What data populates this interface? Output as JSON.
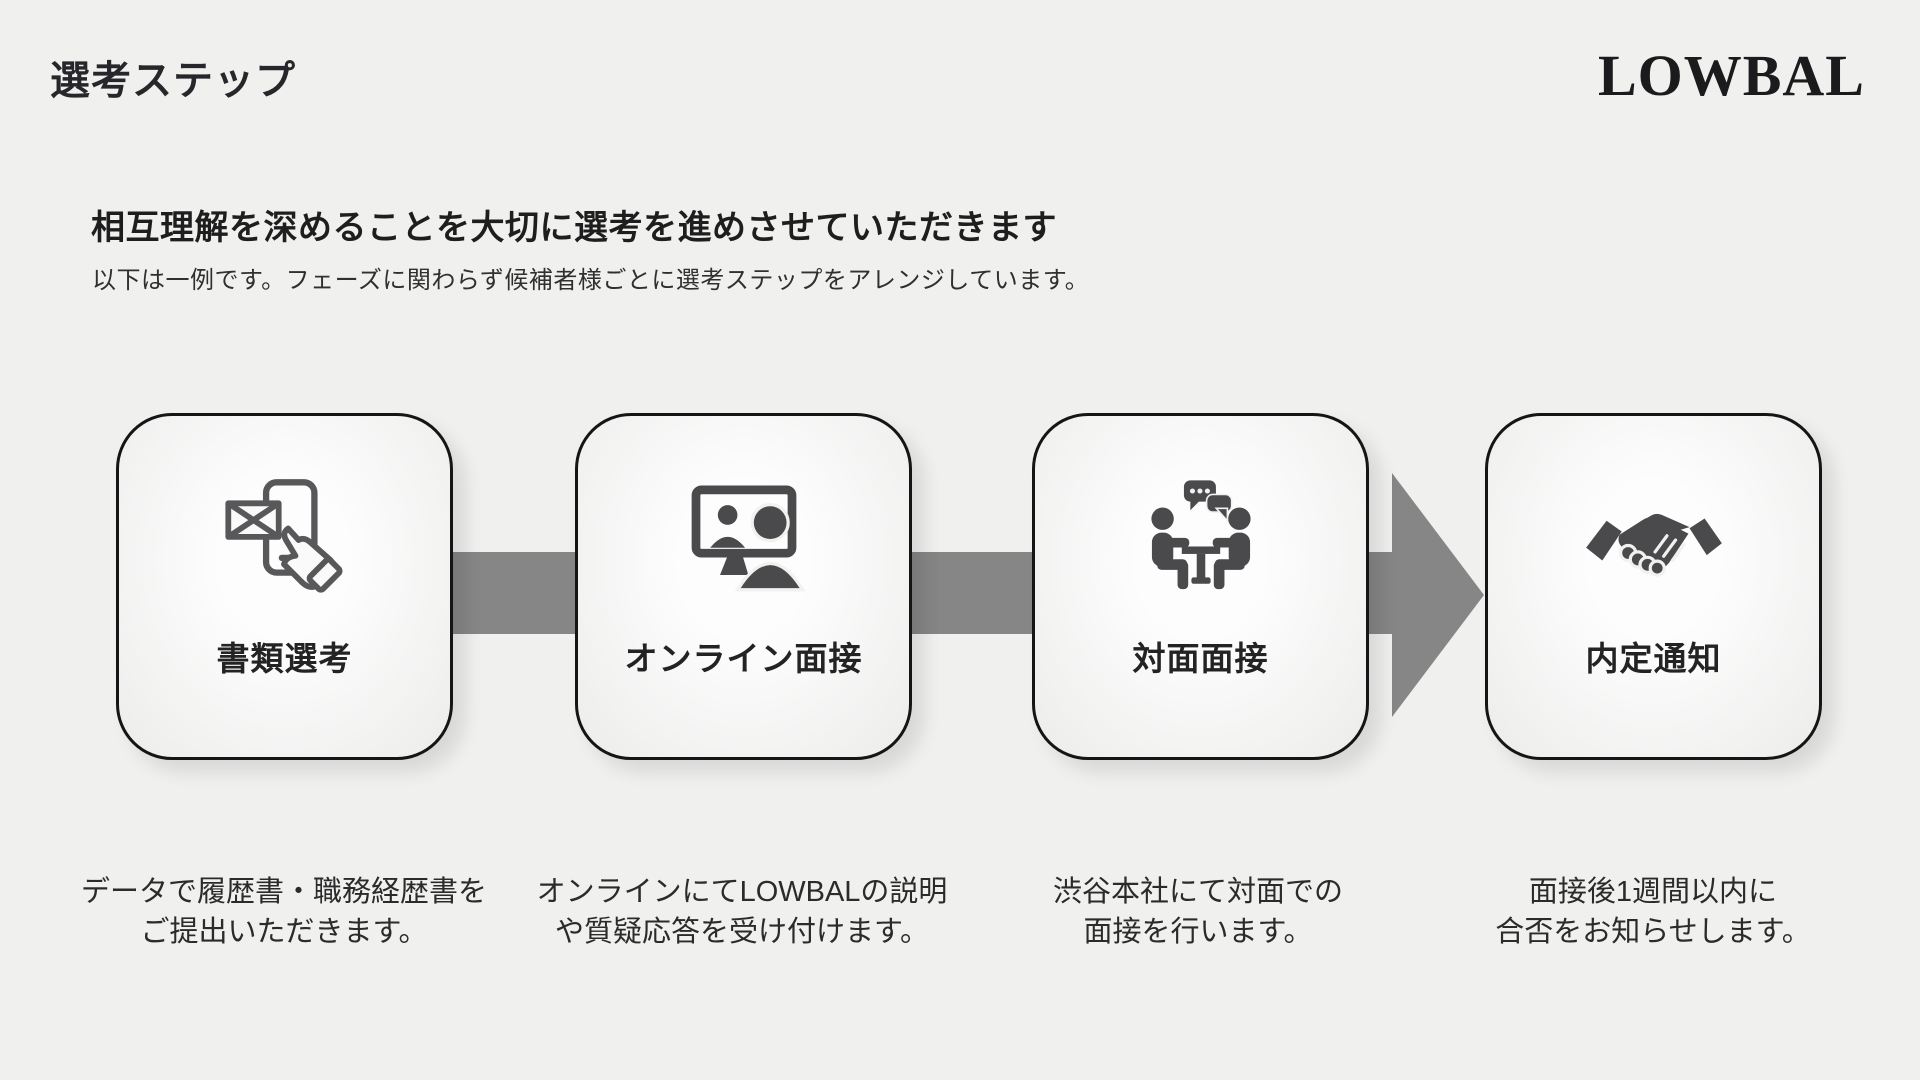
{
  "page": {
    "title": "選考ステップ",
    "brand": "LOWBAL",
    "headline": "相互理解を深めることを大切に選考を進めさせていただきます",
    "subtitle": "以下は一例です。フェーズに関わらず候補者様ごとに選考ステップをアレンジしています。"
  },
  "colors": {
    "background": "#f0f0ef",
    "box_border": "#151515",
    "box_fill_center": "#fdfdfd",
    "box_fill_edge": "#ececeb",
    "connector_gray": "#868686",
    "icon_gray": "#4a4a4c",
    "text_dark": "#1e1e1e"
  },
  "steps": [
    {
      "label": "書類選考",
      "icon": "phone-mail-icon",
      "desc_line1": "データで履歴書・職務経歴書を",
      "desc_line2": "ご提出いただきます。"
    },
    {
      "label": "オンライン面接",
      "icon": "online-interview-icon",
      "desc_line1": "オンラインにてLOWBALの説明",
      "desc_line2": "や質疑応答を受け付けます。"
    },
    {
      "label": "対面面接",
      "icon": "face-to-face-interview-icon",
      "desc_line1": "渋谷本社にて対面での",
      "desc_line2": "面接を行います。"
    },
    {
      "label": "内定通知",
      "icon": "handshake-icon",
      "desc_line1": "面接後1週間以内に",
      "desc_line2": "合否をお知らせします。"
    }
  ]
}
